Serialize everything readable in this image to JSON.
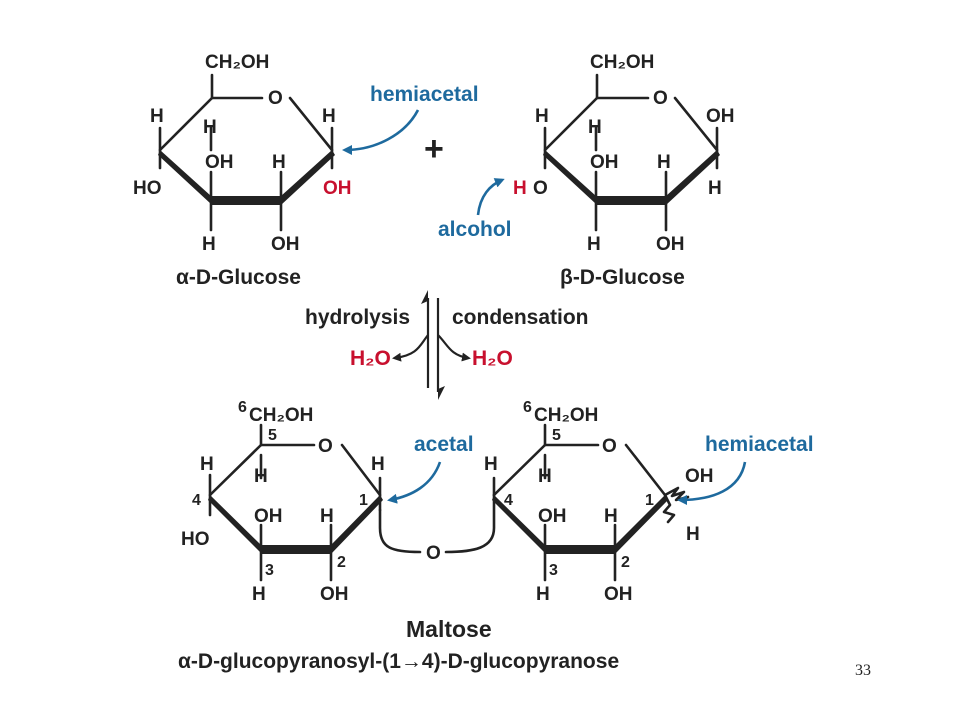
{
  "atoms": {
    "ch2oh": "CH₂OH",
    "o": "O",
    "h": "H",
    "oh": "OH",
    "ho": "HO",
    "h_o": "H O"
  },
  "labels": {
    "hemiacetal": "hemiacetal",
    "alcohol": "alcohol",
    "acetal": "acetal",
    "plus": "+"
  },
  "names": {
    "alpha_glucose": "α-D-Glucose",
    "beta_glucose": "β-D-Glucose",
    "maltose": "Maltose",
    "maltose_iupac": "α-D-glucopyranosyl-(1→4)-D-glucopyranose"
  },
  "reaction": {
    "hydrolysis": "hydrolysis",
    "condensation": "condensation",
    "water_left": "H₂O",
    "water_right": "H₂O"
  },
  "carbon_numbers": {
    "c1": "1",
    "c2": "2",
    "c3": "3",
    "c4": "4",
    "c5": "5",
    "c6": "6"
  },
  "page_number": "33",
  "colors": {
    "accent_blue": "#1e6a9e",
    "highlight_red": "#c8102e",
    "ink": "#222222"
  }
}
